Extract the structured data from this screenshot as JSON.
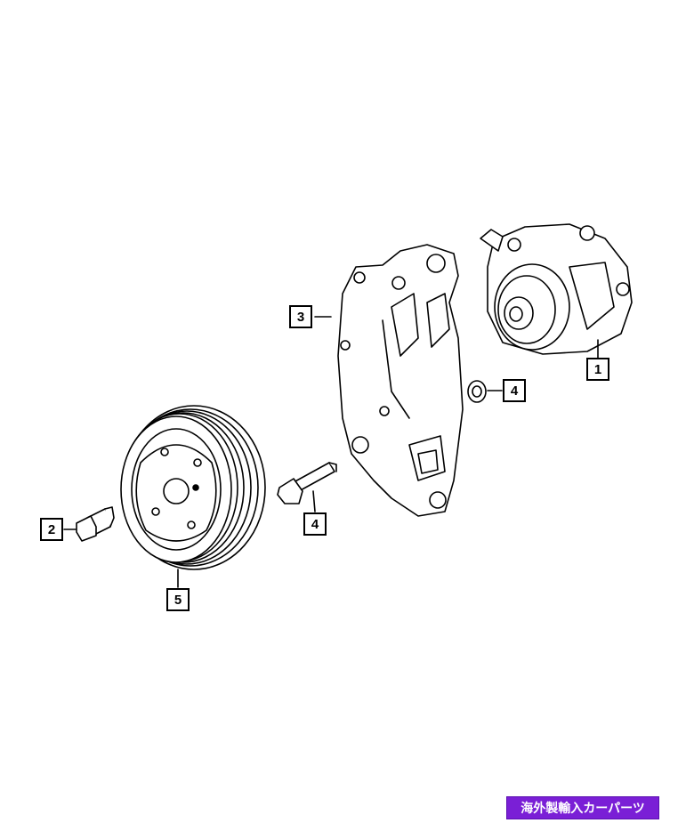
{
  "diagram": {
    "callouts": [
      {
        "id": "callout-1",
        "label": "1"
      },
      {
        "id": "callout-2",
        "label": "2"
      },
      {
        "id": "callout-3",
        "label": "3"
      },
      {
        "id": "callout-4a",
        "label": "4"
      },
      {
        "id": "callout-4b",
        "label": "4"
      },
      {
        "id": "callout-5",
        "label": "5"
      }
    ],
    "parts": [
      {
        "name": "power-steering-pump"
      },
      {
        "name": "bolt"
      },
      {
        "name": "mounting-bracket"
      },
      {
        "name": "spacer"
      },
      {
        "name": "long-bolt"
      },
      {
        "name": "pulley"
      }
    ]
  },
  "watermark": {
    "text": "海外製輸入カーパーツ"
  }
}
